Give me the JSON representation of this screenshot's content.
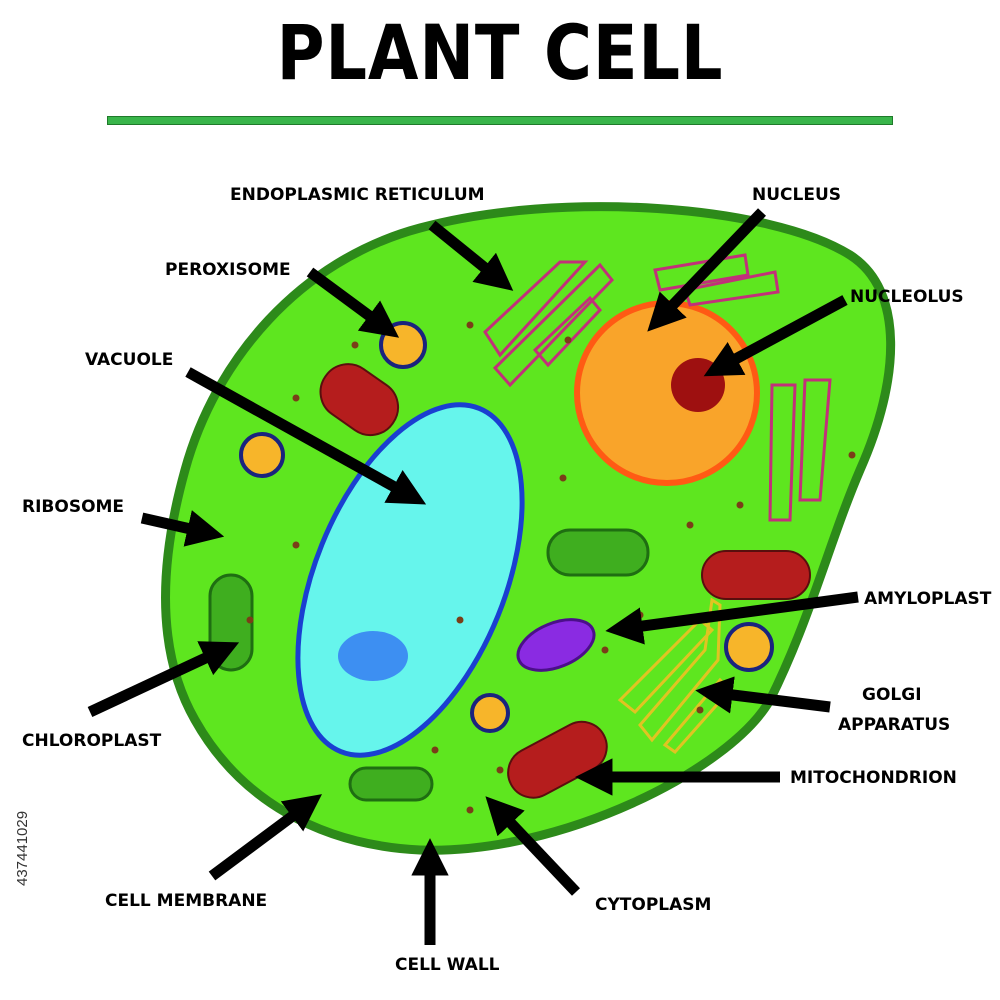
{
  "title": "PLANT CELL",
  "side_number": "437441029",
  "labels": {
    "endoplasmic_reticulum": "ENDOPLASMIC RETICULUM",
    "nucleus": "NUCLEUS",
    "peroxisome": "PEROXISOME",
    "nucleolus": "NUCLEOLUS",
    "vacuole": "VACUOLE",
    "ribosome": "RIBOSOME",
    "amyloplast": "AMYLOPLAST",
    "golgi_line1": "GOLGI",
    "golgi_line2": "APPARATUS",
    "chloroplast": "CHLOROPLAST",
    "mitochondrion": "MITOCHONDRION",
    "cell_membrane": "CELL MEMBRANE",
    "cytoplasm": "CYTOPLASM",
    "cell_wall": "CELL WALL"
  },
  "colors": {
    "cell_fill": "#5ee61f",
    "cell_wall": "#2d8a1a",
    "vacuole": "#66f5ec",
    "vacuole_border": "#1a3fd1",
    "nucleus": "#f9a42a",
    "nucleus_border": "#ff5a14",
    "nucleolus": "#9e1010",
    "mitochondrion": "#b51d1d",
    "peroxisome": "#f7b52a",
    "amyloplast": "#8a2be2",
    "title_rule": "#39b54a"
  }
}
